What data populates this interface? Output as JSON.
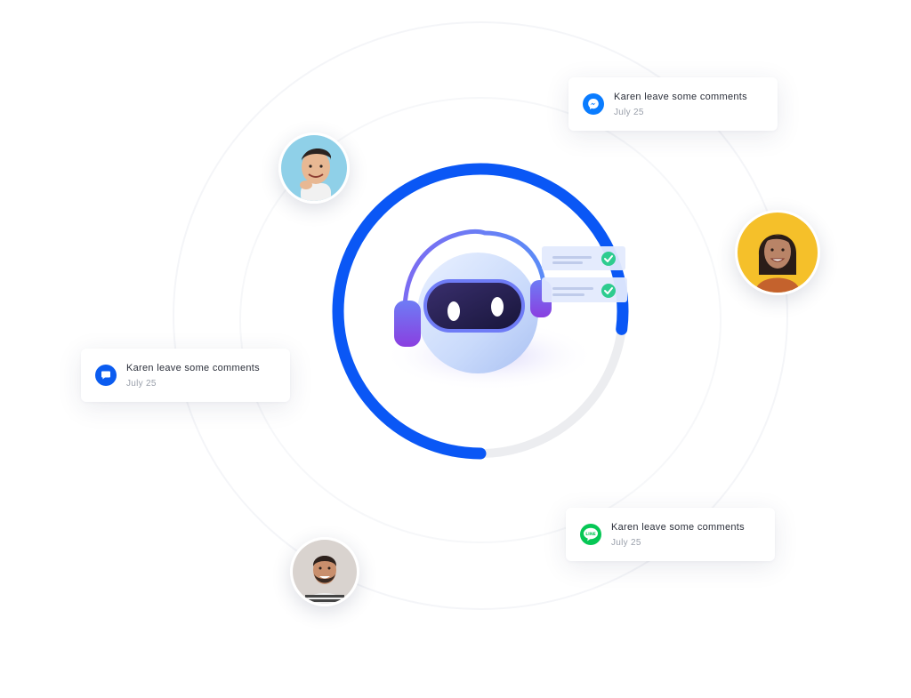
{
  "notifications": [
    {
      "channel": "messenger",
      "icon": "messenger-icon",
      "title": "Karen leave some comments",
      "date": "July 25",
      "color": "#0A7CFF"
    },
    {
      "channel": "chat",
      "icon": "chat-bubble-icon",
      "title": "Karen leave some comments",
      "date": "July 25",
      "color": "#0B5CF0"
    },
    {
      "channel": "line",
      "icon": "line-icon",
      "title": "Karen leave some comments",
      "date": "July 25",
      "color": "#06C755"
    }
  ],
  "progress": {
    "value": 0.77,
    "color": "#0A57F5",
    "track_color": "#ECEDF0"
  },
  "line_badge_text": "LINE",
  "avatars": [
    {
      "icon": "avatar-man-smiling",
      "background": "#8FD0E8"
    },
    {
      "icon": "avatar-woman-smiling",
      "background": "#F5C02A"
    },
    {
      "icon": "avatar-man-bearded",
      "background": "#D9D3CF"
    }
  ],
  "colors": {
    "accent": "#0A57F5",
    "robot_purple": "#7A4DF0",
    "check_green": "#2ECC8F"
  }
}
